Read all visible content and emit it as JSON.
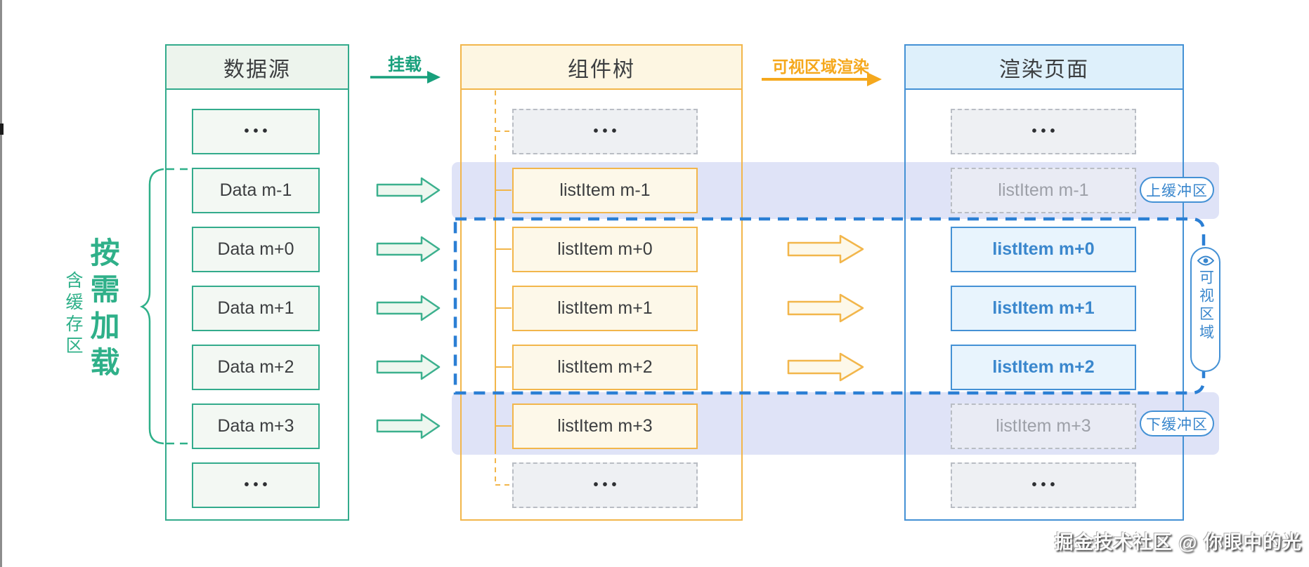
{
  "columns": [
    {
      "header": "数据源",
      "items": [
        "•••",
        "Data m-1",
        "Data m+0",
        "Data m+1",
        "Data m+2",
        "Data m+3",
        "•••"
      ]
    },
    {
      "header": "组件树",
      "items": [
        "•••",
        "listItem m-1",
        "listItem m+0",
        "listItem m+1",
        "listItem m+2",
        "listItem m+3",
        "•••"
      ]
    },
    {
      "header": "渲染页面",
      "items": [
        "•••",
        "listItem m-1",
        "listItem m+0",
        "listItem m+1",
        "listItem m+2",
        "listItem m+3",
        "•••"
      ]
    }
  ],
  "flow_labels": {
    "mount": "挂载",
    "viewport_render": "可视区域渲染"
  },
  "annotations": {
    "load_on_demand": "按需加载",
    "contains_buffer": "含缓存区",
    "upper_buffer": "上缓冲区",
    "lower_buffer": "下缓冲区",
    "visible_area": "可视区域"
  },
  "watermark": "掘金技术社区 @ 你眼中的光",
  "colors": {
    "green_border": "#33ab8c",
    "green_label": "#18a07c",
    "yellow_border": "#f2b64b",
    "orange_label": "#f5a81d",
    "blue_border": "#4491d5",
    "blue_text": "#3a87cd",
    "viewport_dash": "#2b7fd4",
    "buffer_band": "#dfe3f7",
    "gray_dash": "#b9bdc4"
  }
}
